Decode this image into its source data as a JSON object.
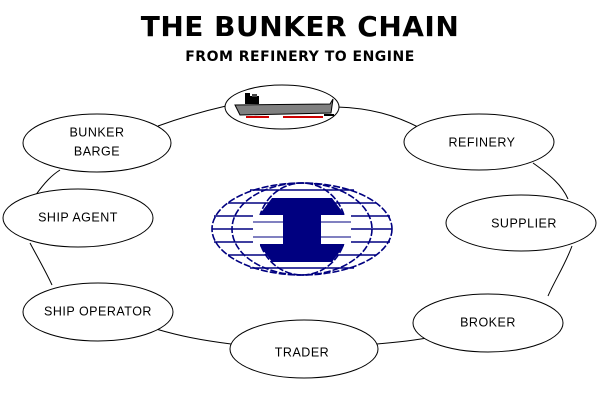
{
  "title": "THE BUNKER CHAIN",
  "subtitle": "FROM REFINERY TO ENGINE",
  "colors": {
    "logo_blue": "#000080",
    "ship_hull": "#808080",
    "ship_stripe": "#cc0000",
    "outline": "#000000"
  },
  "center_icon": "globe-logo-icon",
  "top_icon": "tanker-ship-icon",
  "nodes": [
    {
      "id": "ship",
      "lines": []
    },
    {
      "id": "refinery",
      "lines": [
        "REFINERY"
      ]
    },
    {
      "id": "supplier",
      "lines": [
        "SUPPLIER"
      ]
    },
    {
      "id": "broker",
      "lines": [
        "BROKER"
      ]
    },
    {
      "id": "trader",
      "lines": [
        "TRADER"
      ]
    },
    {
      "id": "ship-operator",
      "lines": [
        "SHIP OPERATOR"
      ]
    },
    {
      "id": "ship-agent",
      "lines": [
        "SHIP AGENT"
      ]
    },
    {
      "id": "bunker-barge",
      "lines": [
        "BUNKER",
        "BARGE"
      ]
    }
  ]
}
